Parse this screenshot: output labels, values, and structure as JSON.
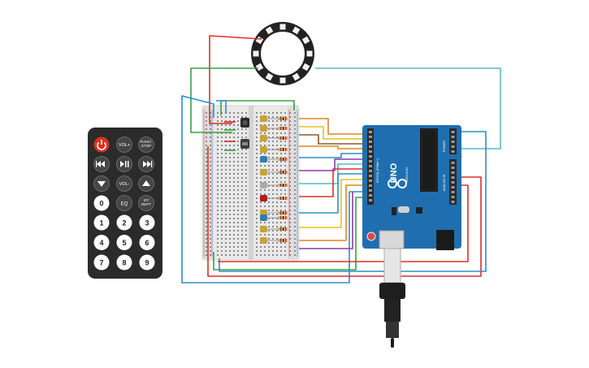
{
  "remote": {
    "power_icon": "power-icon",
    "buttons_row1": [
      "VOL+",
      "FUNC/\nSTOP"
    ],
    "row2_icons": [
      "rewind-icon",
      "play-pause-icon",
      "fast-forward-icon"
    ],
    "row3": {
      "left_icon": "down-arrow-icon",
      "label": "VOL-",
      "right_icon": "up-arrow-icon"
    },
    "row4": [
      "0",
      "EQ",
      "ST/\nREPT"
    ],
    "keypad": [
      "1",
      "2",
      "3",
      "4",
      "5",
      "6",
      "7",
      "8",
      "9"
    ]
  },
  "arduino": {
    "brand_text": "UNO",
    "sub_text": "ARDUINO",
    "digital_label": "DIGITAL (PWM ~)",
    "power_label": "POWER",
    "analog_label": "ANALOG IN"
  },
  "colors": {
    "wire_red": "#d9302c",
    "wire_green": "#3aa043",
    "wire_blue": "#2a8fc8",
    "wire_cyan": "#57b9c9",
    "wire_orange": "#e1861f",
    "wire_yellow": "#e4c21c",
    "wire_purple": "#8a3aa8",
    "wire_brown": "#8a5a2b",
    "board_blue": "#1f6fb0",
    "remote_body": "#2b2b2b"
  }
}
